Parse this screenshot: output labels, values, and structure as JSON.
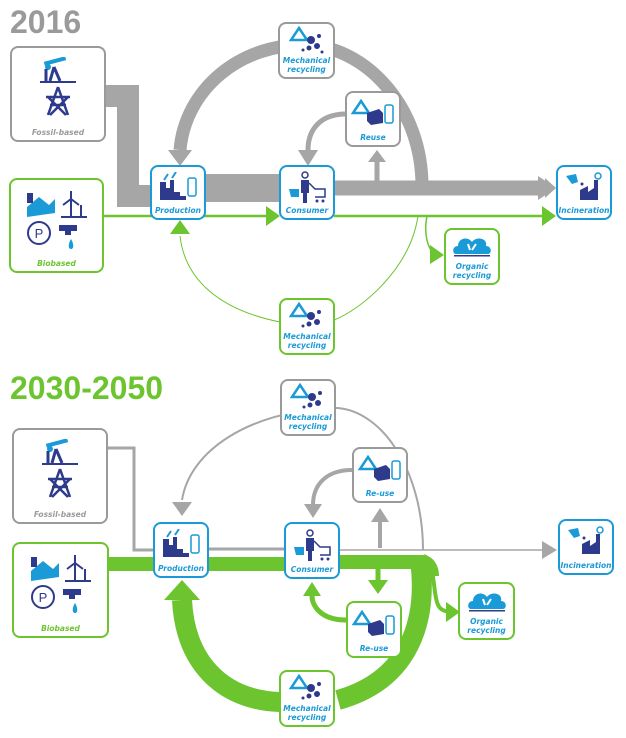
{
  "colors": {
    "blue": "#1a9ad6",
    "navy": "#2e3a8c",
    "grey": "#a6a6a6",
    "green": "#6cc42e"
  },
  "panels": [
    {
      "title": "2016",
      "title_color": "#9a9a9a",
      "nodes": {
        "fossil": {
          "label": "Fossil-based",
          "icon": "oil-pump-pylon-icon"
        },
        "biobased": {
          "label": "Biobased",
          "icon": "farm-wind-water-icon"
        },
        "production": {
          "label": "Production",
          "icon": "factory-bottle-icon"
        },
        "consumer": {
          "label": "Consumer",
          "icon": "shopper-cart-icon"
        },
        "mech_top": {
          "label": "Mechanical recycling",
          "icon": "recycle-particles-icon"
        },
        "reuse": {
          "label": "Reuse",
          "icon": "recycle-box-bottle-icon"
        },
        "incineration": {
          "label": "Incineration",
          "icon": "incinerator-icon"
        },
        "organic": {
          "label": "Organic recycling",
          "icon": "compost-cloud-icon"
        },
        "mech_bottom": {
          "label": "Mechanical recycling",
          "icon": "recycle-particles-icon"
        }
      }
    },
    {
      "title": "2030-2050",
      "title_color": "#6cc42e",
      "nodes": {
        "fossil": {
          "label": "Fossil-based",
          "icon": "oil-pump-pylon-icon"
        },
        "biobased": {
          "label": "Biobased",
          "icon": "farm-wind-water-icon"
        },
        "production": {
          "label": "Production",
          "icon": "factory-bottle-icon"
        },
        "consumer": {
          "label": "Consumer",
          "icon": "shopper-cart-icon"
        },
        "mech_top": {
          "label": "Mechanical recycling",
          "icon": "recycle-particles-icon"
        },
        "reuse_top": {
          "label": "Re-use",
          "icon": "recycle-box-bottle-icon"
        },
        "incineration": {
          "label": "Incineration",
          "icon": "incinerator-icon"
        },
        "organic": {
          "label": "Organic recycling",
          "icon": "compost-cloud-icon"
        },
        "reuse_bottom": {
          "label": "Re-use",
          "icon": "recycle-box-bottle-icon"
        },
        "mech_bottom": {
          "label": "Mechanical recycling",
          "icon": "recycle-particles-icon"
        }
      }
    }
  ]
}
